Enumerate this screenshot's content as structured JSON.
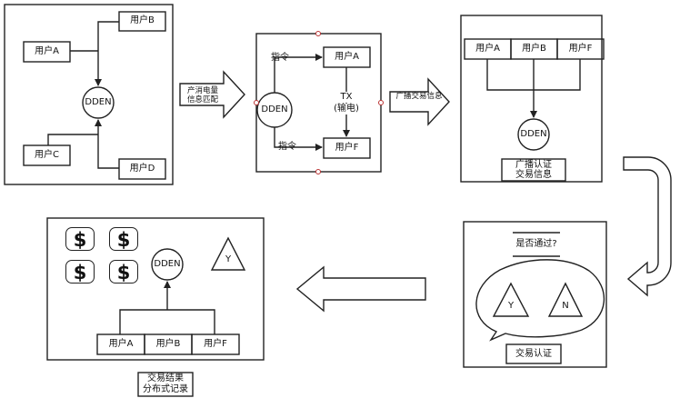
{
  "panel1": {
    "user_a": "用户A",
    "user_b": "用户B",
    "user_c": "用户C",
    "user_d": "用户D",
    "center": "DDEN"
  },
  "arrow1": {
    "line1": "产消电量",
    "line2": "信息匹配"
  },
  "panel2": {
    "center": "DDEN",
    "cmd_top": "指令",
    "cmd_bottom": "指令",
    "user_a": "用户A",
    "user_f": "用户F",
    "tx": "TX",
    "tx_sub": "(输电)"
  },
  "arrow2": {
    "label": "广播交易信息"
  },
  "panel3": {
    "user_a": "用户A",
    "user_b": "用户B",
    "user_f": "用户F",
    "center": "DDEN",
    "caption_line1": "广播认证",
    "caption_line2": "交易信息"
  },
  "panel4": {
    "question": "是否通过?",
    "yes": "Y",
    "no": "N",
    "caption": "交易认证"
  },
  "panel5": {
    "dollar": "$",
    "center": "DDEN",
    "yes": "Y",
    "user_a": "用户A",
    "user_b": "用户B",
    "user_f": "用户F",
    "caption_line1": "交易结果",
    "caption_line2": "分布式记录"
  }
}
